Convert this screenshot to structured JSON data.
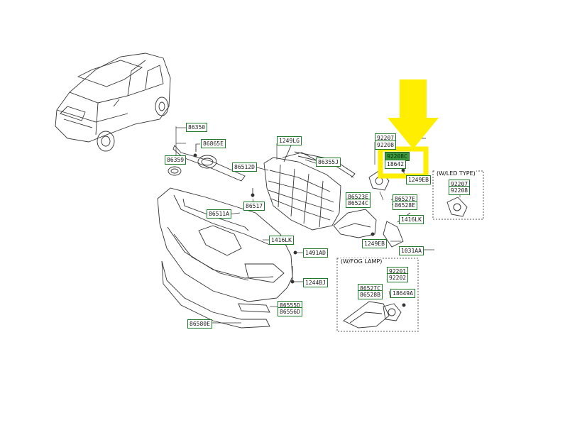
{
  "groups": {
    "led": "(W/LED TYPE)",
    "fog": "(W/FOG LAMP)"
  },
  "labels": [
    {
      "id": "86350",
      "text": "86350"
    },
    {
      "id": "86865e",
      "text": "86865E"
    },
    {
      "id": "86359",
      "text": "86359"
    },
    {
      "id": "86512d",
      "text": "86512D"
    },
    {
      "id": "1249lg",
      "text": "1249LG"
    },
    {
      "id": "86355j",
      "text": "86355J"
    },
    {
      "id": "86517",
      "text": "86517"
    },
    {
      "id": "86511a",
      "text": "86511A"
    },
    {
      "id": "92207a",
      "text": "92207"
    },
    {
      "id": "92208a",
      "text": "92208"
    },
    {
      "id": "92208c",
      "text": "92208C"
    },
    {
      "id": "18642",
      "text": "18642"
    },
    {
      "id": "1249eb-top",
      "text": "1249EB"
    },
    {
      "id": "86523e",
      "text": "86523E"
    },
    {
      "id": "86524c",
      "text": "86524C"
    },
    {
      "id": "86527e",
      "text": "86527E"
    },
    {
      "id": "86528e",
      "text": "86528E"
    },
    {
      "id": "1416lk-r",
      "text": "1416LK"
    },
    {
      "id": "1249eb",
      "text": "1249EB"
    },
    {
      "id": "1031aa",
      "text": "1031AA"
    },
    {
      "id": "1416lk-l",
      "text": "1416LK"
    },
    {
      "id": "1491ad",
      "text": "1491AD"
    },
    {
      "id": "1244bj",
      "text": "1244BJ"
    },
    {
      "id": "86555d",
      "text": "86555D"
    },
    {
      "id": "86556d",
      "text": "86556D"
    },
    {
      "id": "86580e",
      "text": "86580E"
    },
    {
      "id": "92207b",
      "text": "92207"
    },
    {
      "id": "92208b",
      "text": "92208"
    },
    {
      "id": "92201",
      "text": "92201"
    },
    {
      "id": "92202",
      "text": "92202"
    },
    {
      "id": "86527c",
      "text": "86527C"
    },
    {
      "id": "86528b",
      "text": "86528B"
    },
    {
      "id": "18649a",
      "text": "18649A"
    }
  ],
  "colors": {
    "label_border": "#1f7a2a",
    "label_highlight": "#3d9a3d",
    "arrow_yellow": "#ffee00",
    "line": "#333333"
  }
}
